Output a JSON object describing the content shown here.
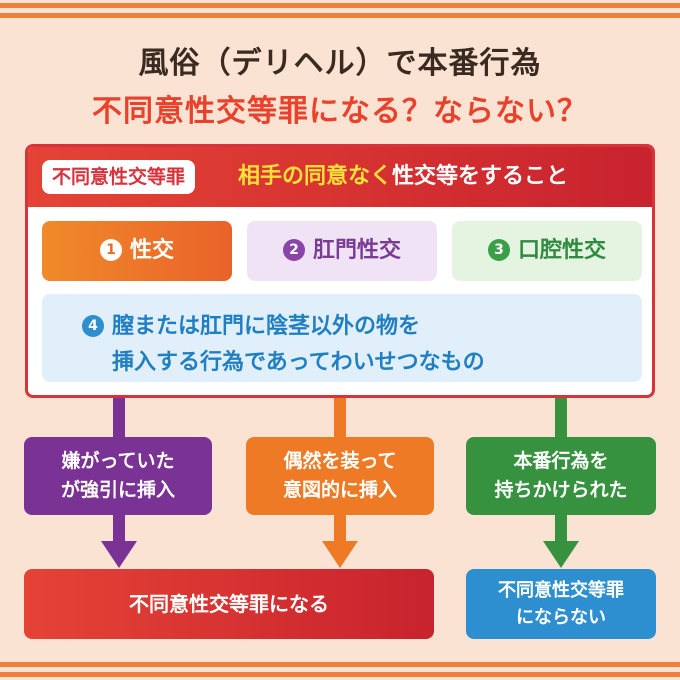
{
  "title": {
    "line1": "風俗（デリヘル）で本番行為",
    "line2": "不同意性交等罪になる？ならない？"
  },
  "definition": {
    "label": "不同意性交等罪",
    "highlight": "相手の同意なく",
    "rest": "性交等をすること"
  },
  "acts": [
    {
      "num": "1",
      "label": "性交"
    },
    {
      "num": "2",
      "label": "肛門性交"
    },
    {
      "num": "3",
      "label": "口腔性交"
    },
    {
      "num": "4",
      "line1": "膣または肛門に陰茎以外の物を",
      "line2": "挿入する行為であってわいせつなもの"
    }
  ],
  "cases": [
    {
      "line1": "嫌がっていた",
      "line2": "が強引に挿入"
    },
    {
      "line1": "偶然を装って",
      "line2": "意図的に挿入"
    },
    {
      "line1": "本番行為を",
      "line2": "持ちかけられた"
    }
  ],
  "results": {
    "yes": "不同意性交等罪になる",
    "no_line1": "不同意性交等罪",
    "no_line2": "にならない"
  },
  "colors": {
    "red": "#d8333a",
    "orange": "#ee7a25",
    "purple": "#7a3295",
    "green": "#36923f",
    "blue": "#2d8fd0",
    "yellow": "#ffe13a",
    "background": "#fbe3d3"
  }
}
